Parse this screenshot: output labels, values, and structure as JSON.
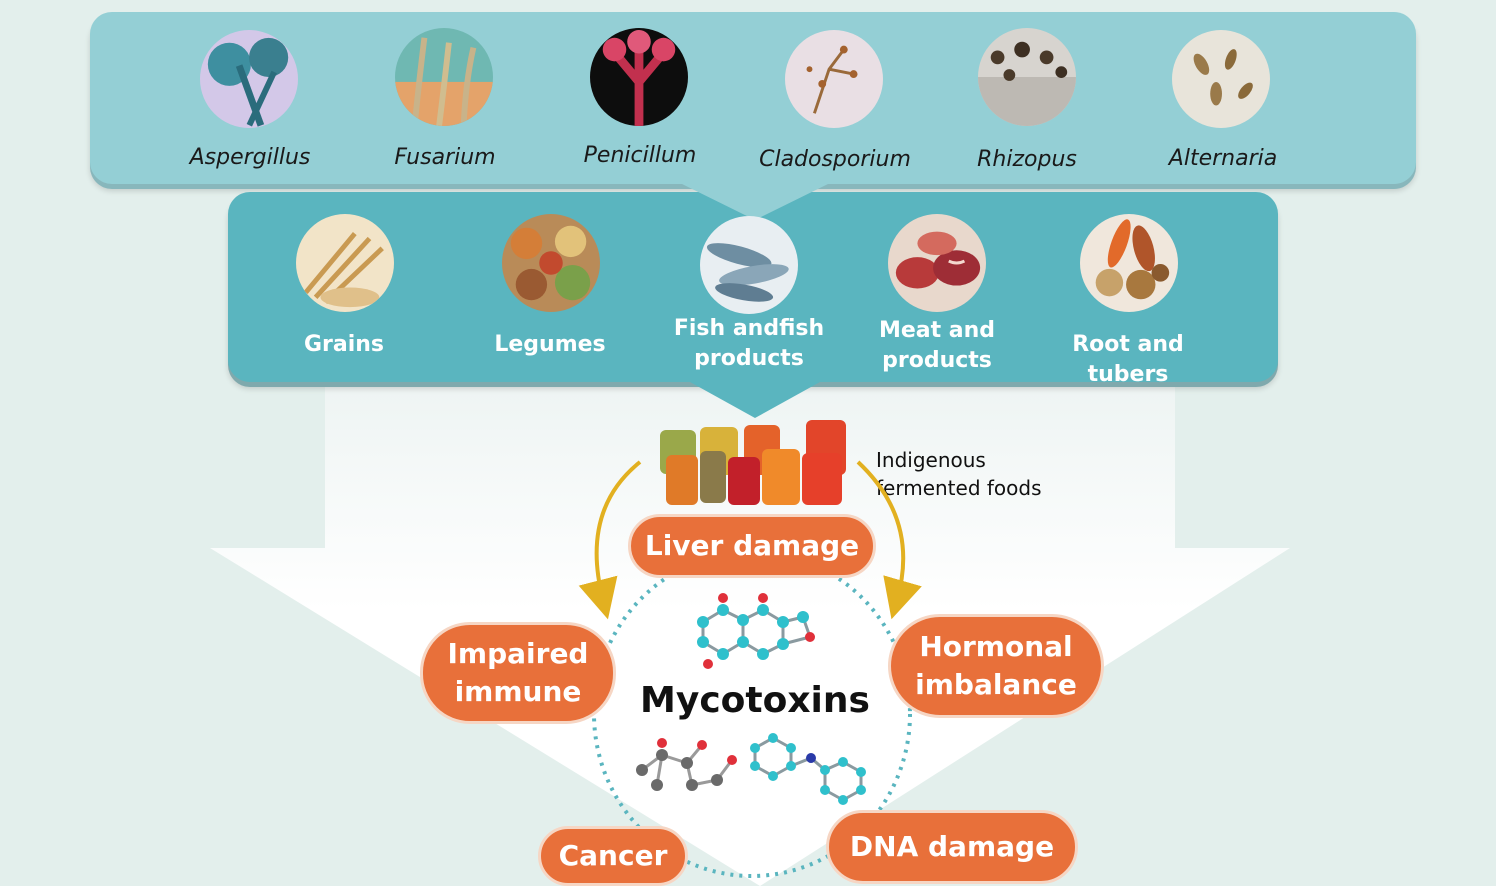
{
  "fungi": [
    {
      "name": "Aspergillus",
      "icon": "aspergillus-icon"
    },
    {
      "name": "Fusarium",
      "icon": "fusarium-icon"
    },
    {
      "name": "Penicillum",
      "icon": "penicillium-icon"
    },
    {
      "name": "Cladosporium",
      "icon": "cladosporium-icon"
    },
    {
      "name": "Rhizopus",
      "icon": "rhizopus-icon"
    },
    {
      "name": "Alternaria",
      "icon": "alternaria-icon"
    }
  ],
  "foods": [
    {
      "line1": "Grains",
      "line2": "",
      "icon": "grains-icon"
    },
    {
      "line1": "Legumes",
      "line2": "",
      "icon": "legumes-icon"
    },
    {
      "line1": "Fish andfish",
      "line2": "products",
      "icon": "fish-icon"
    },
    {
      "line1": "Meat and",
      "line2": "products",
      "icon": "meat-icon"
    },
    {
      "line1": "Root and tubers",
      "line2": "",
      "icon": "roots-icon"
    }
  ],
  "fermented": {
    "line1": "Indigenous",
    "line2": "fermented foods"
  },
  "center": {
    "title": "Mycotoxins"
  },
  "effects": {
    "liver": "Liver damage",
    "immune_1": "Impaired",
    "immune_2": "immune",
    "hormonal_1": "Hormonal",
    "hormonal_2": "imbalance",
    "cancer": "Cancer",
    "dna": "DNA damage"
  },
  "colors": {
    "top_panel": "#94cfd5",
    "mid_panel": "#5ab5bf",
    "effect_pill": "#e8703a",
    "arrow": "#e2b020",
    "dotted_circle": "#5ab5bf"
  }
}
